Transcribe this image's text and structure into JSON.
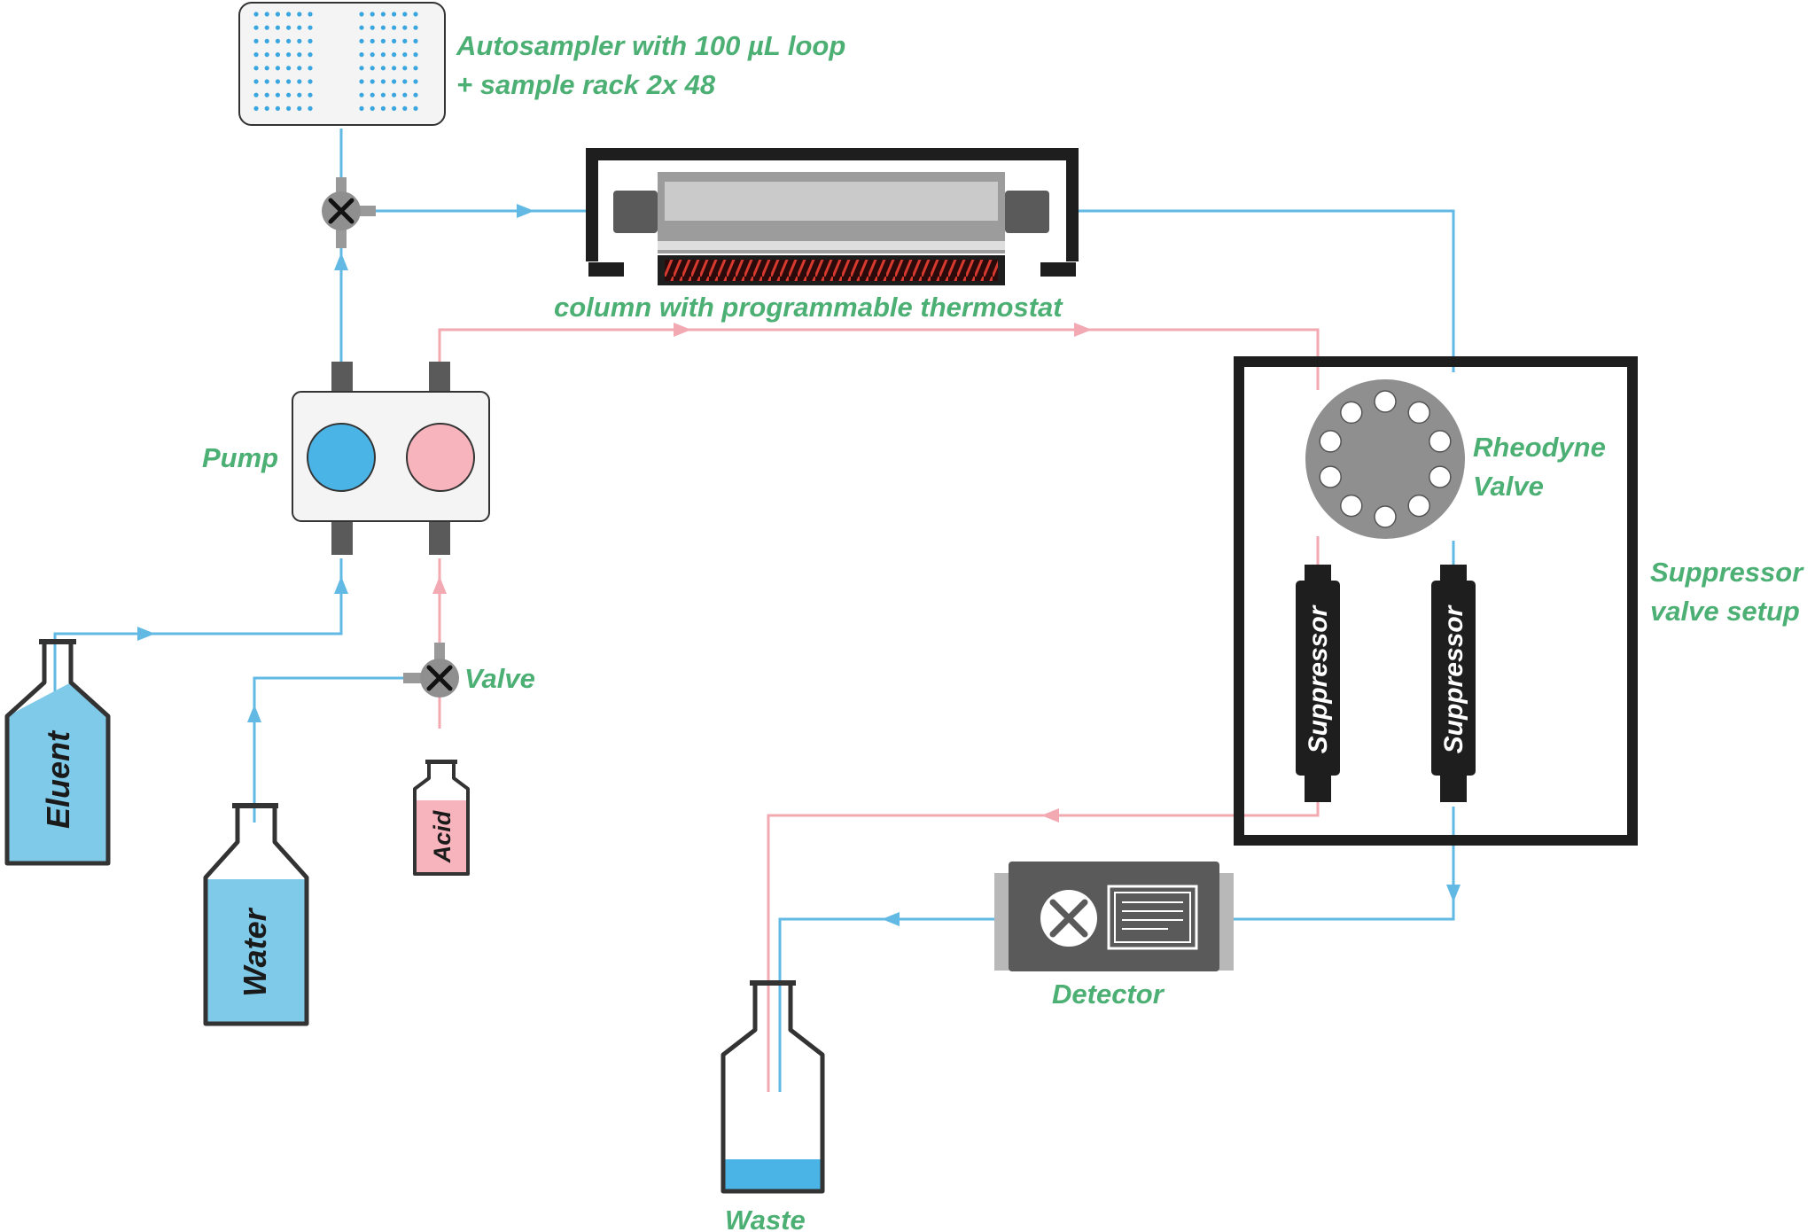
{
  "labels": {
    "autosampler_line1": "Autosampler with 100 µL loop",
    "autosampler_line2": "+ sample rack 2x 48",
    "column": "column with programmable thermostat",
    "pump": "Pump",
    "valve": "Valve",
    "rheodyne_line1": "Rheodyne",
    "rheodyne_line2": "Valve",
    "suppressor_setup_line1": "Suppressor",
    "suppressor_setup_line2": "valve setup",
    "suppressor": "Suppressor",
    "detector": "Detector",
    "waste": "Waste"
  },
  "bottles": {
    "eluent": "Eluent",
    "water": "Water",
    "acid": "Acid"
  },
  "colors": {
    "label_green": "#4caf73",
    "eluent_blue": "#5bb8e0",
    "acid_pink": "#f2a9b2",
    "outline": "#333333"
  }
}
